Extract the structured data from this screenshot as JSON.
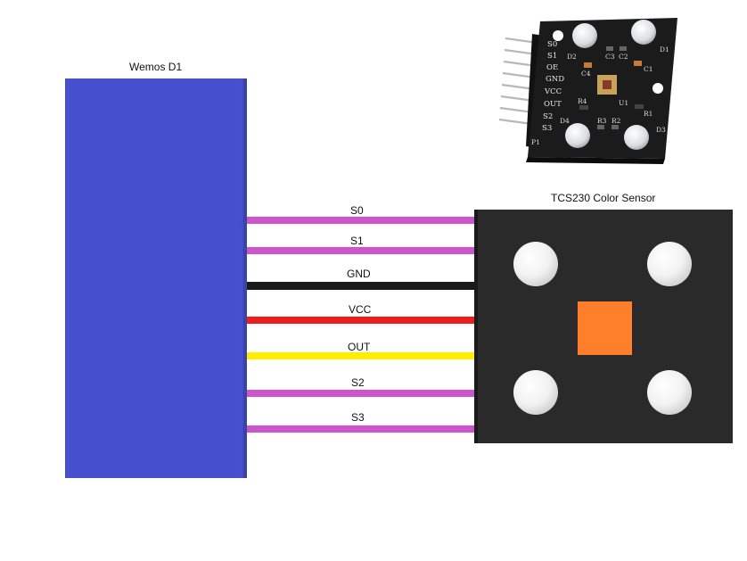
{
  "board": {
    "title": "Wemos D1",
    "color": "#4650cc"
  },
  "sensor": {
    "title": "TCS230 Color Sensor",
    "body_color": "#2a2a2a",
    "center_color": "#ff7f2a",
    "led_color": "#f2f2f2"
  },
  "wires": [
    {
      "label": "S0",
      "color": "#cc55cc"
    },
    {
      "label": "S1",
      "color": "#cc55cc"
    },
    {
      "label": "GND",
      "color": "#1a1a1a"
    },
    {
      "label": "VCC",
      "color": "#ee1c1c"
    },
    {
      "label": "OUT",
      "color": "#ffee00"
    },
    {
      "label": "S2",
      "color": "#cc55cc"
    },
    {
      "label": "S3",
      "color": "#cc55cc"
    }
  ],
  "photo": {
    "pin_labels": [
      "S0",
      "S1",
      "OE",
      "GND",
      "VCC",
      "OUT",
      "S2",
      "S3"
    ],
    "component_labels": [
      "D2",
      "D1",
      "C3",
      "C2",
      "C4",
      "C1",
      "R4",
      "R1",
      "U1",
      "R3",
      "R2",
      "D4",
      "D3",
      "P1"
    ]
  }
}
